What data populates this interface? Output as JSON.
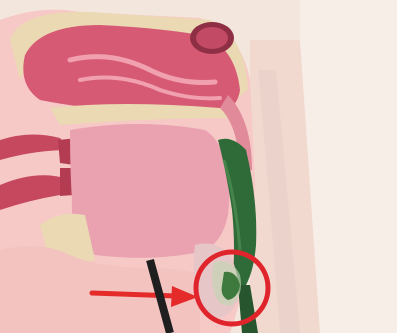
{
  "image": {
    "subject": "sagittal-head-throat-anatomy",
    "palette": {
      "background": "#f3e6dc",
      "skin": "#f6c9c6",
      "tissue_pink": "#e9a0ab",
      "tissue_dark": "#c9526a",
      "bone": "#ead9b3",
      "airway_green": "#2f6b38",
      "highlight_red": "#e0242c",
      "arrow_red": "#e52a2a"
    },
    "highlight": {
      "shape": "circle",
      "target": "laryngeal-opening"
    },
    "arrow": {
      "direction": "right",
      "target": "laryngeal-opening"
    }
  }
}
